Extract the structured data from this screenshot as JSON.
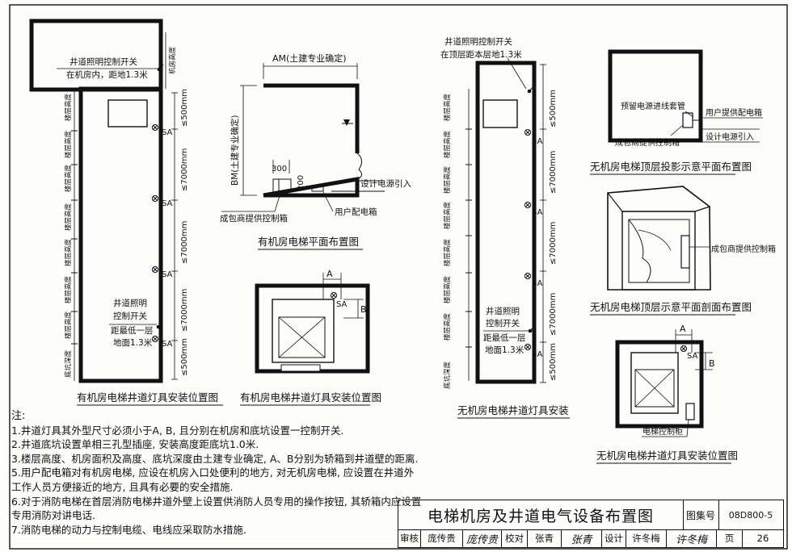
{
  "diagram1": {
    "switch_label_1": "井道照明控制开关",
    "switch_label_2": "在机房内，距地1.3米",
    "room_height": "机房高度",
    "floor_height": "楼层高度",
    "pit_depth": "底坑深度",
    "dim_500": "≤500mm",
    "dim_7000": "≤7000mm",
    "sa": "SA",
    "switch_bottom_1": "井道照明",
    "switch_bottom_2": "控制开关",
    "switch_bottom_3": "距最低一层",
    "switch_bottom_4": "地面1.3米",
    "caption": "有机房电梯井道灯具安装位置图"
  },
  "diagram2": {
    "am": "AM(土建专业确定)",
    "bm": "BM(土建专业确定)",
    "dim_300": "300",
    "dim_200": "200",
    "power_in": "设计电源引入",
    "control_box": "成包商提供控制箱",
    "user_box": "用户配电箱",
    "caption": "有机房电梯平面布置图"
  },
  "diagram3": {
    "a": "A",
    "b": "B",
    "sa": "SA",
    "caption": "有机房电梯井道灯具安装位置图"
  },
  "diagram4": {
    "switch_label_1": "井道照明控制开关",
    "switch_label_2": "在顶层距本层地1.3米",
    "floor_height": "楼层高度",
    "pit_depth": "底坑深度",
    "dim_500": "≤500mm",
    "dim_7000": "≤7000mm",
    "sa": "SA",
    "switch_bottom_1": "井道照明",
    "switch_bottom_2": "控制开关",
    "switch_bottom_3": "距最低一层",
    "switch_bottom_4": "地面1.3米",
    "caption": "无机房电梯井道灯具安装"
  },
  "diagram5": {
    "conduit": "预留电源进线套管",
    "user_box": "用户提供配电箱",
    "power_in": "设计电源引入",
    "control_box": "成包商提供控制箱",
    "caption": "无机房电梯顶层投影示意平面布置图"
  },
  "diagram6": {
    "control_box": "成包商提供控制箱",
    "caption": "无机房电梯顶层示意平面剖面布置图"
  },
  "diagram7": {
    "a": "A",
    "b": "B",
    "sa": "SA",
    "cabinet": "电梯控制柜",
    "caption": "无机房电梯井道灯具安装位置图"
  },
  "notes": {
    "title": "注:",
    "items": [
      "1.井道灯具其外型尺寸必须小于A, B, 且分别在机房和底坑设置一控制开关.",
      "2.井道底坑设置单相三孔型插座, 安装高度距底坑1.0米.",
      "3.楼层高度、机房面积及高度、底坑深度由土建专业确定, A、B分别为轿箱到井道壁的距离.",
      "5.用户配电箱对有机房电梯, 应设在机房入口处便利的地方, 对无机房电梯, 应设置在井道外",
      "工作人员方便接近的地方, 且具有必要的安全措施.",
      "6.对于消防电梯在首层消防电梯井道外壁上设置供消防人员专用的操作按钮, 其轿箱内应设置",
      "  专用消防对讲电话.",
      "7.消防电梯的动力与控制电缆、电线应采取防水措施."
    ]
  },
  "title_block": {
    "title": "电梯机房及井道电气设备布置图",
    "atlas_label": "图集号",
    "atlas_no": "08D800-5",
    "review_label": "审核",
    "reviewer": "庞传贵",
    "reviewer_sig": "庞传贵",
    "check_label": "校对",
    "checker": "张青",
    "checker_sig": "张青",
    "design_label": "设计",
    "designer": "许冬梅",
    "designer_sig": "许冬梅",
    "page_label": "页",
    "page_no": "26"
  }
}
